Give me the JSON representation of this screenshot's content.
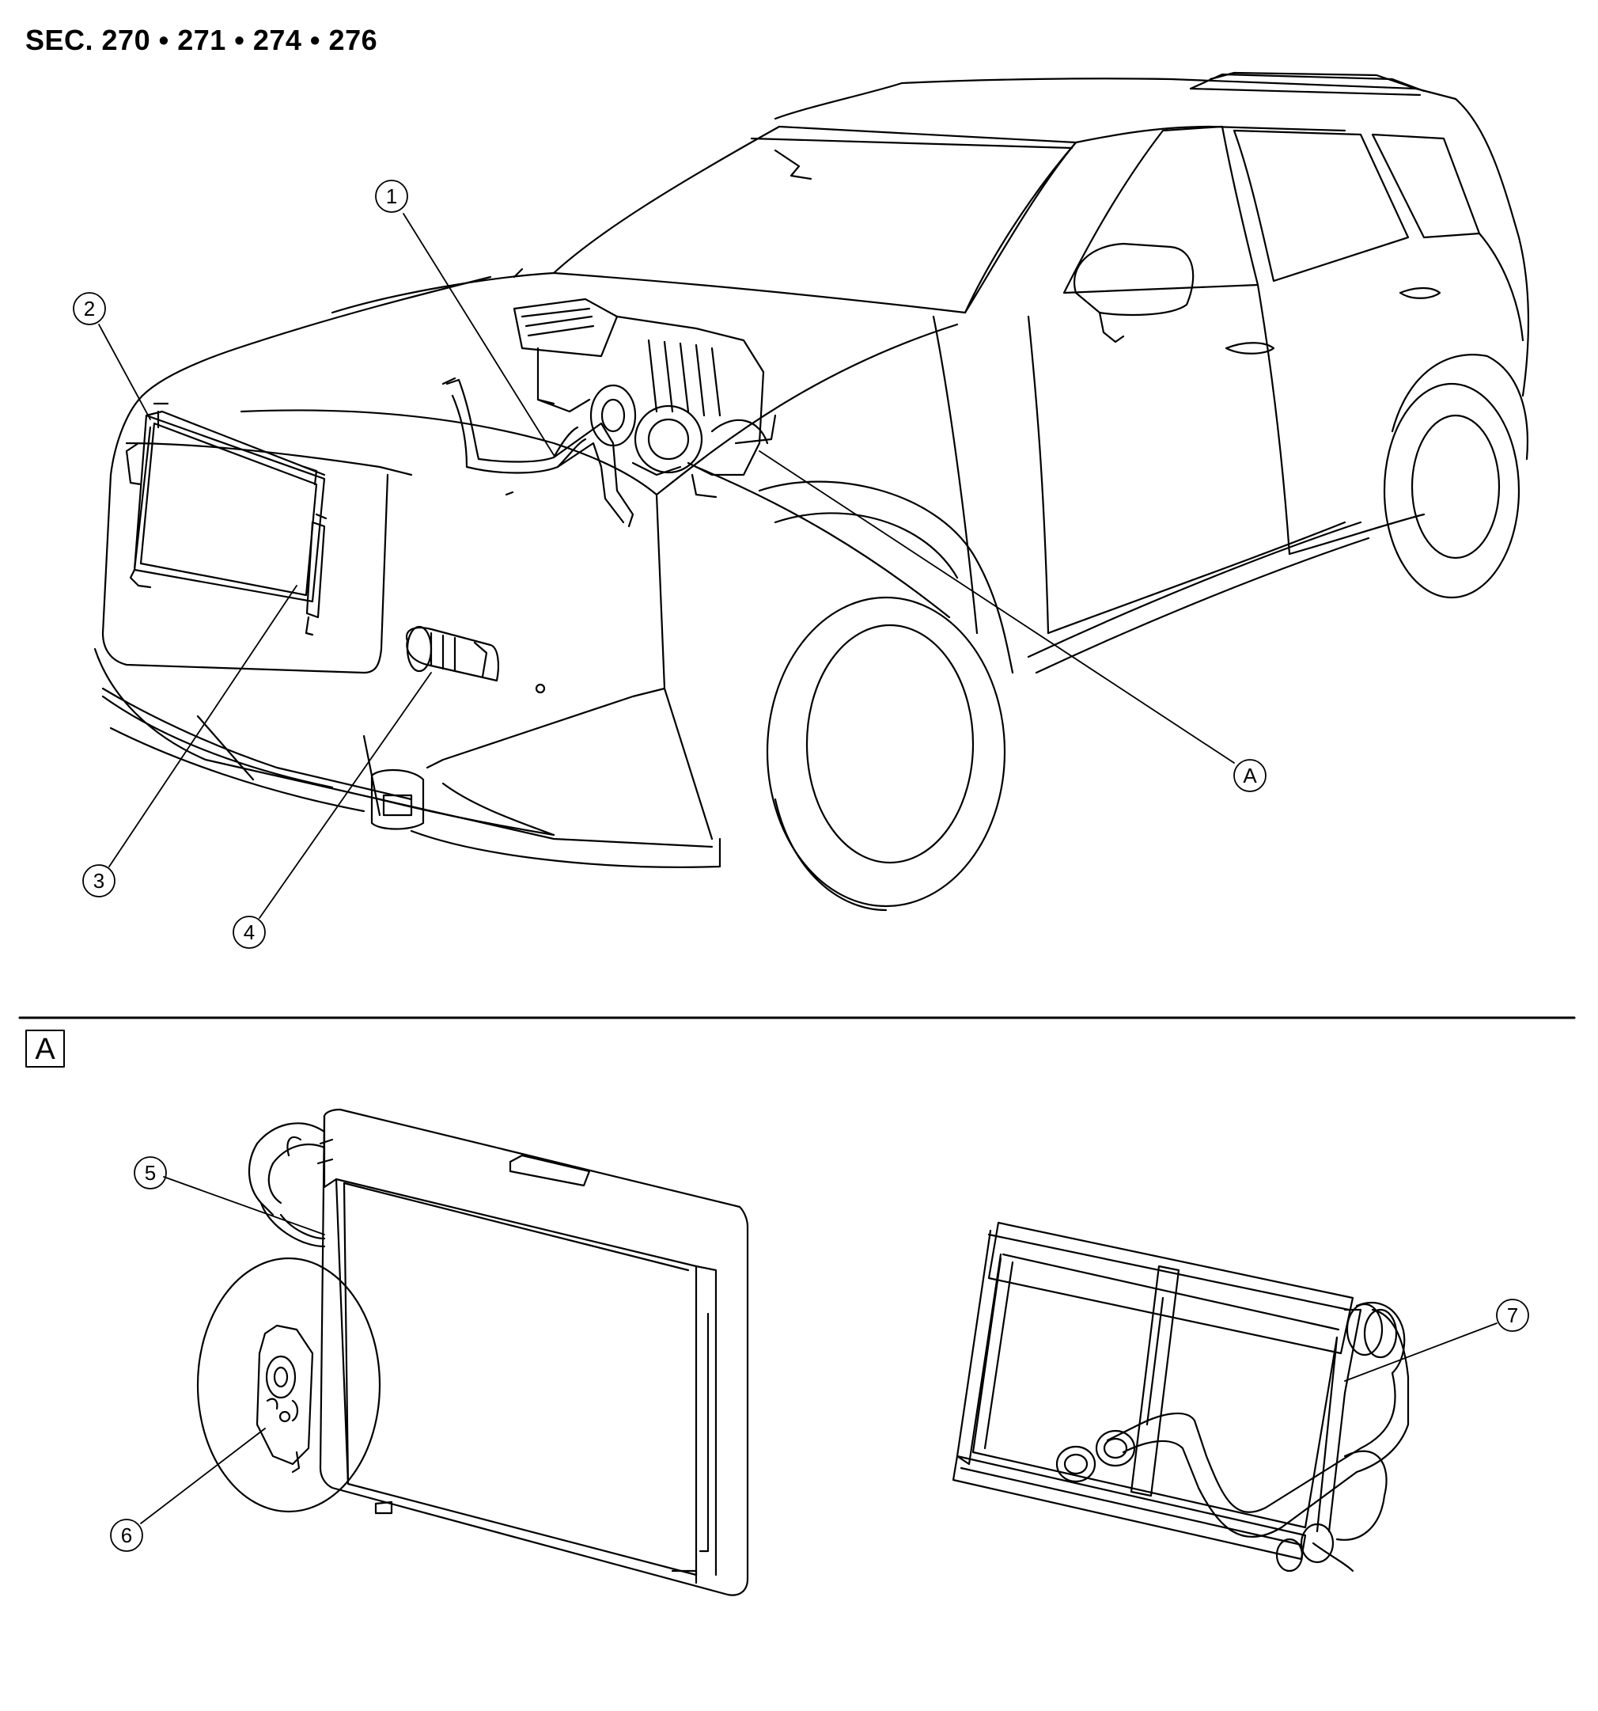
{
  "header": {
    "section_title": "SEC. 270 • 271 • 274 • 276"
  },
  "callouts": {
    "c1": "1",
    "c2": "2",
    "c3": "3",
    "c4": "4",
    "c5": "5",
    "c6": "6",
    "c7": "7",
    "cA": "A"
  },
  "detail_view": {
    "label": "A"
  }
}
